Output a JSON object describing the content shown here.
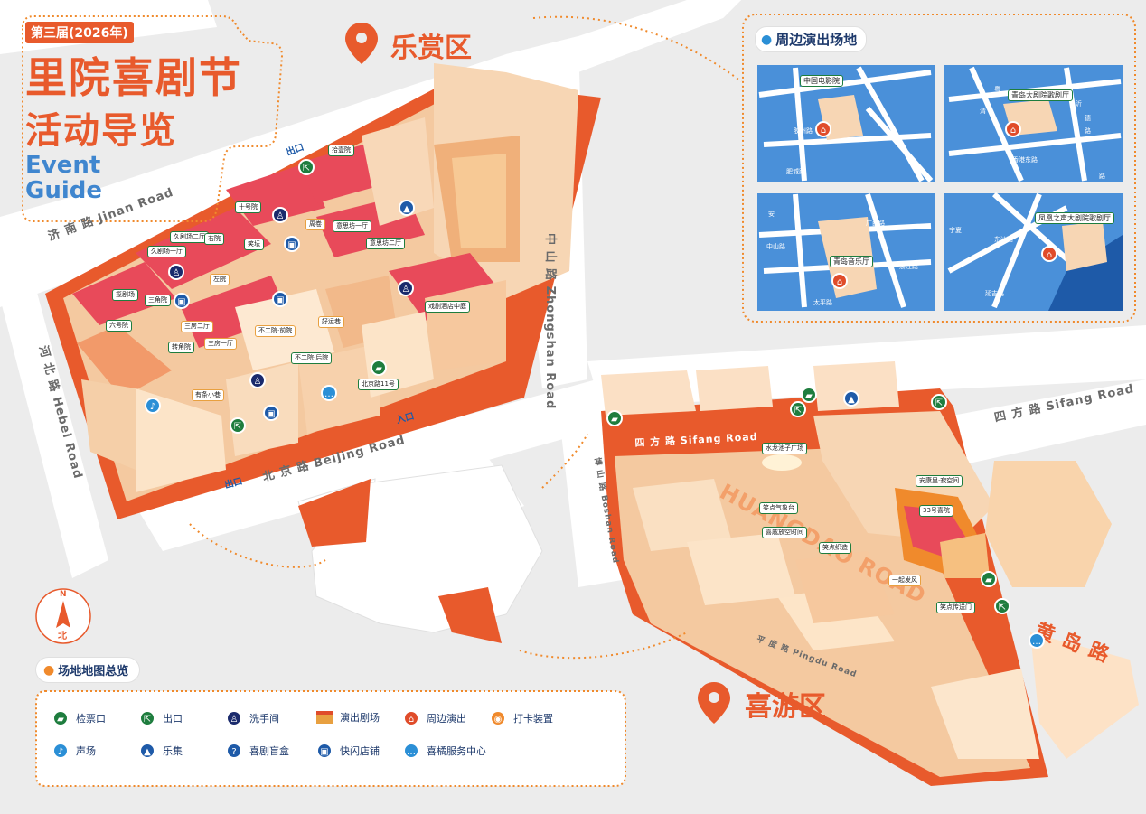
{
  "header": {
    "edition": "第三届(2026年)",
    "title_line1": "里院喜剧节",
    "title_line2": "活动导览",
    "en_line1": "Event",
    "en_line2": "Guide"
  },
  "zones": {
    "lexiang": "乐赏区",
    "xiyou": "喜游区"
  },
  "roads": {
    "jinan": "济 南 路  Jinan Road",
    "hebei": "河 北 路  Hebei Road",
    "beijing": "北 京 路  Beijing Road",
    "zhongshan": "中 山 路  Zhongshan Road",
    "sifang_east": "四 方 路  Sifang Road",
    "sifang_inner": "四 方 路  Sifang Road",
    "boshan": "博 山 路  Boshan Road",
    "pingdu": "平 度 路  Pingdu Road",
    "huangdao_cn": "黄 岛 路",
    "huangdao_en": "HUANGDAO ROAD"
  },
  "lexiang_labels": [
    "拾壹院",
    "十号院",
    "久剧场二厅",
    "久剧场一厅",
    "右院",
    "笑坛",
    "周卷",
    "意思坊一厅",
    "意思坊二厅",
    "左院",
    "揽剧场",
    "三角院",
    "六号院",
    "三房二厅",
    "三房一厅",
    "不二院·前院",
    "好运巷",
    "转角院",
    "不二院·后院",
    "戏剧酒店中庭",
    "有条小巷",
    "北京路11号",
    "出口",
    "出口",
    "入口"
  ],
  "xiyou_labels": [
    "水龙池子广场",
    "安康里·寂空间",
    "33号喜院",
    "笑点气象台",
    "喜戚放空时间",
    "笑点织造",
    "一起发风",
    "笑点传送门"
  ],
  "nearby": {
    "title": "周边演出场地",
    "venues": [
      "中国电影院",
      "青岛大剧院歌剧厅",
      "青岛音乐厅",
      "凤凰之声大剧院歌剧厅"
    ],
    "streets": [
      "粤",
      "清",
      "沂",
      "德",
      "路",
      "肥城路",
      "胶州路",
      "香港东路",
      "宁夏",
      "广西路",
      "中山路",
      "浙江路",
      "太平路",
      "东沙路",
      "延吉路",
      "路",
      "安"
    ]
  },
  "legend": {
    "title": "场地地图总览",
    "items": [
      {
        "label": "检票口",
        "icon": "ticket-icon",
        "color": "#1e7d3e"
      },
      {
        "label": "出口",
        "icon": "exit-icon",
        "color": "#1e7d3e"
      },
      {
        "label": "洗手间",
        "icon": "restroom-icon",
        "color": "#1a2a6c"
      },
      {
        "label": "演出剧场",
        "icon": "theater-icon",
        "color": "#e8a040"
      },
      {
        "label": "周边演出",
        "icon": "nearby-show-icon",
        "color": "#e04c2a"
      },
      {
        "label": "打卡装置",
        "icon": "camera-icon",
        "color": "#f08a2c"
      },
      {
        "label": "声场",
        "icon": "music-icon",
        "color": "#2b8fd6"
      },
      {
        "label": "乐集",
        "icon": "tent-icon",
        "color": "#1e5aa8"
      },
      {
        "label": "喜剧盲盒",
        "icon": "mystery-box-icon",
        "color": "#1e5aa8"
      },
      {
        "label": "快闪店铺",
        "icon": "popup-store-icon",
        "color": "#1e5aa8"
      },
      {
        "label": "喜橘服务中心",
        "icon": "service-center-icon",
        "color": "#1e5aa8"
      }
    ]
  },
  "compass": {
    "north_top": "N",
    "north_bottom": "北"
  }
}
